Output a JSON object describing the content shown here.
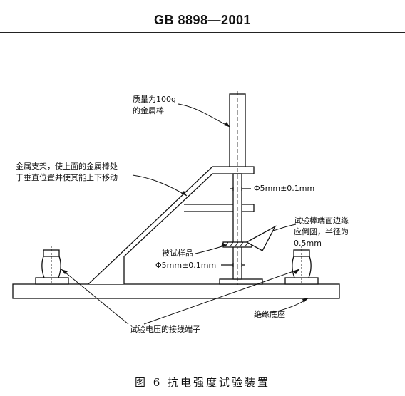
{
  "header": {
    "standard": "GB 8898—2001"
  },
  "labels": {
    "metal_rod": [
      "质量为100g",
      "的金属棒"
    ],
    "metal_bracket": [
      "金属支架，使上面的金属棒处",
      "于垂直位置并使其能上下移动"
    ],
    "rod_diameter_top": "Φ5mm±0.1mm",
    "rod_end_edge": [
      "试验棒端面边缘",
      "应倒圆，半径为",
      "0.5mm"
    ],
    "test_sample": "被试样品",
    "rod_diameter_bottom": "Φ5mm±0.1mm",
    "insulating_base": "绝缘底座",
    "voltage_terminals": "试验电压的接线端子"
  },
  "caption": "图 6   抗电强度试验装置"
}
